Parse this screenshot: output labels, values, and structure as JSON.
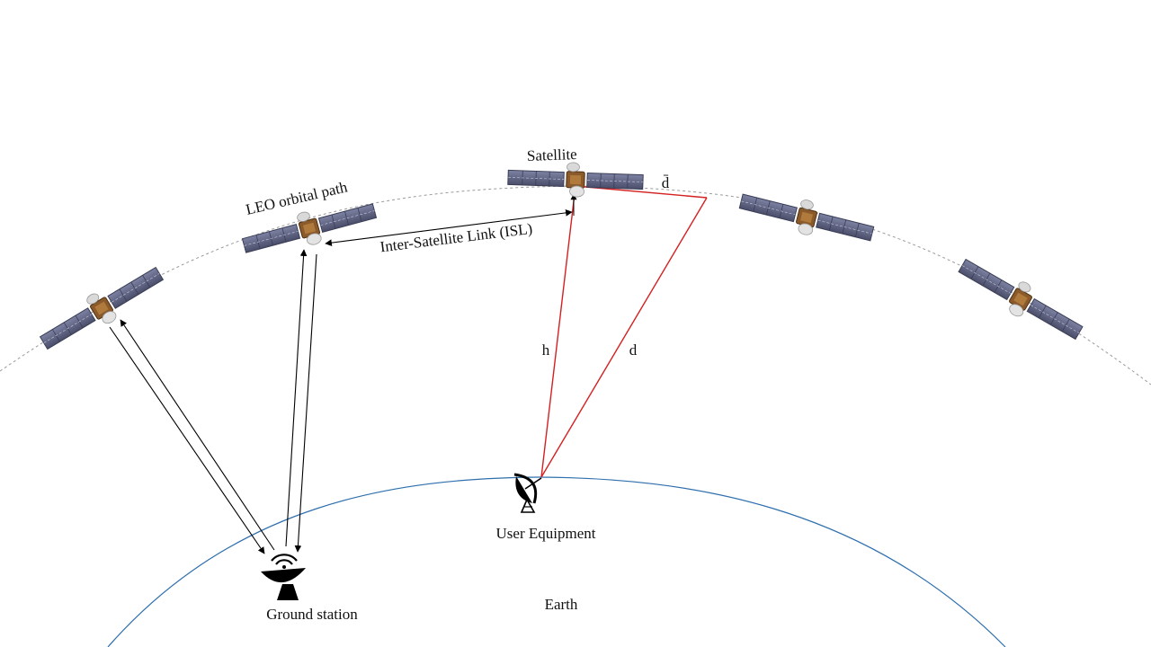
{
  "labels": {
    "satellite": "Satellite",
    "leo_orbital_path": "LEO orbital path",
    "isl": "Inter-Satellite Link (ISL)",
    "ground_station": "Ground station",
    "user_equipment": "User Equipment",
    "earth": "Earth",
    "h": "h",
    "d": "d",
    "d_bar": "d̄"
  },
  "colors": {
    "orbit": "#9a9a9a",
    "earth_outline": "#2e6fad",
    "geometry_lines": "#d42020",
    "links": "#000000",
    "solar_panel": "#5e6280",
    "satellite_body": "#8a5a2b"
  }
}
